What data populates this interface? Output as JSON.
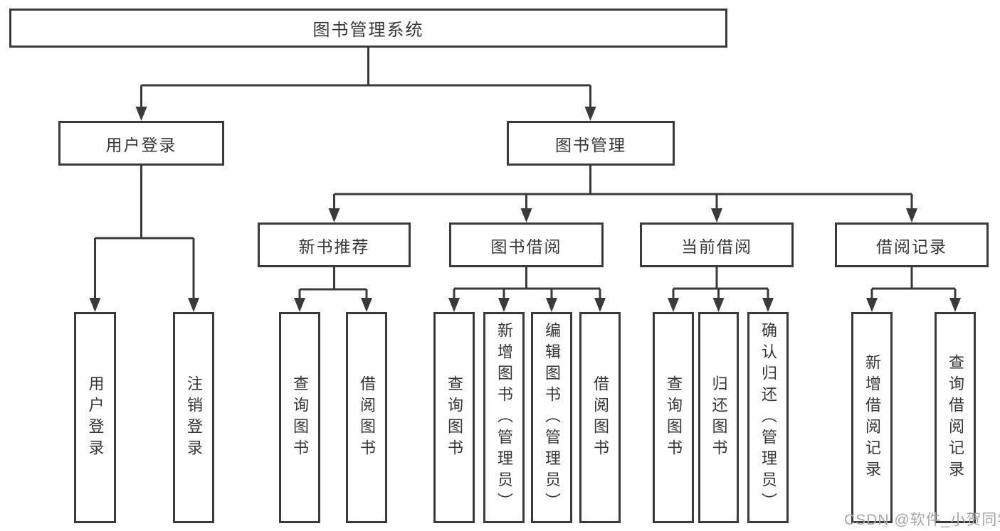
{
  "diagram_title": "图书管理系统",
  "nodes": {
    "root": "图书管理系统",
    "user_login": "用户登录",
    "book_mgmt": "图书管理",
    "new_book_rec": "新书推荐",
    "book_borrow": "图书借阅",
    "current_borrow": "当前借阅",
    "borrow_record": "借阅记录",
    "leaf_user_login": "用户登录",
    "leaf_logout": "注销登录",
    "rec_query_book": "查询图书",
    "rec_borrow_book": "借阅图书",
    "bb_query_book": "查询图书",
    "bb_add_book": "新增图书（管理员）",
    "bb_edit_book": "编辑图书（管理员）",
    "bb_borrow_book": "借阅图书",
    "cb_query_book": "查询图书",
    "cb_return_book": "归还图书",
    "cb_confirm_return": "确认归还（管理员）",
    "br_add_record": "新增借阅记录",
    "br_query_record": "查询借阅记录"
  },
  "hierarchy": {
    "图书管理系统": [
      "用户登录",
      "图书管理"
    ],
    "用户登录": [
      "用户登录",
      "注销登录"
    ],
    "图书管理": [
      "新书推荐",
      "图书借阅",
      "当前借阅",
      "借阅记录"
    ],
    "新书推荐": [
      "查询图书",
      "借阅图书"
    ],
    "图书借阅": [
      "查询图书",
      "新增图书（管理员）",
      "编辑图书（管理员）",
      "借阅图书"
    ],
    "当前借阅": [
      "查询图书",
      "归还图书",
      "确认归还（管理员）"
    ],
    "借阅记录": [
      "新增借阅记录",
      "查询借阅记录"
    ]
  },
  "watermark": {
    "text": "CSDN @软件_小贺同学"
  },
  "colors": {
    "line": "#3a3a3a",
    "box_border": "#3a3a3a",
    "text": "#363636",
    "watermark": "#a6a6a6",
    "background": "#ffffff"
  }
}
